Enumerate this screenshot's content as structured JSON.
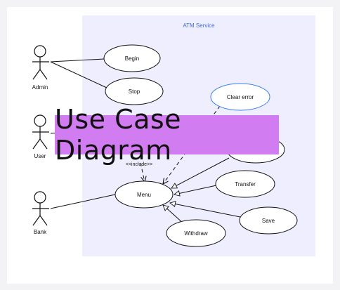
{
  "system": {
    "title": "ATM Service"
  },
  "actors": [
    {
      "id": "admin",
      "label": "Admin"
    },
    {
      "id": "user",
      "label": "User"
    },
    {
      "id": "bank",
      "label": "Bank"
    }
  ],
  "use_cases": [
    {
      "id": "begin",
      "label": "Begin"
    },
    {
      "id": "stop",
      "label": "Stop"
    },
    {
      "id": "clear_error",
      "label": "Clear error"
    },
    {
      "id": "hidden",
      "label": ""
    },
    {
      "id": "transfer",
      "label": "Transfer"
    },
    {
      "id": "menu",
      "label": "Menu"
    },
    {
      "id": "save",
      "label": "Save"
    },
    {
      "id": "withdraw",
      "label": "Withdraw"
    }
  ],
  "relations": [
    {
      "from": "admin",
      "to": "begin",
      "type": "association"
    },
    {
      "from": "admin",
      "to": "stop",
      "type": "association"
    },
    {
      "from": "user",
      "to": "hidden",
      "type": "association"
    },
    {
      "from": "bank",
      "to": "menu",
      "type": "association"
    },
    {
      "from": "clear_error",
      "to": "menu",
      "type": "dependency"
    },
    {
      "from": "hidden",
      "to": "menu",
      "type": "include",
      "label": "<<include>>"
    },
    {
      "from": "hidden",
      "to": "menu",
      "type": "generalization"
    },
    {
      "from": "transfer",
      "to": "menu",
      "type": "generalization"
    },
    {
      "from": "save",
      "to": "menu",
      "type": "generalization"
    },
    {
      "from": "withdraw",
      "to": "menu",
      "type": "generalization"
    }
  ],
  "banner": {
    "text": "Use Case Diagram"
  },
  "colors": {
    "system_fill": "#efeefe",
    "highlight_border": "#3b7ee8",
    "title_color": "#3b6fd6",
    "banner_fill": "#d27cf1"
  }
}
